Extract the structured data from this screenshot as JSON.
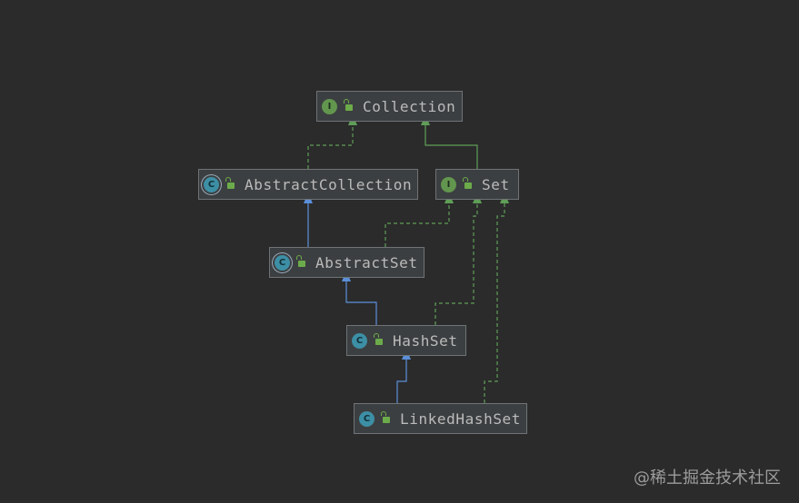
{
  "nodes": [
    {
      "id": "collection",
      "label": "Collection",
      "kind": "interface",
      "badge": "I"
    },
    {
      "id": "abstract_collection",
      "label": "AbstractCollection",
      "kind": "abstract",
      "badge": "C"
    },
    {
      "id": "set",
      "label": "Set",
      "kind": "interface",
      "badge": "I"
    },
    {
      "id": "abstract_set",
      "label": "AbstractSet",
      "kind": "abstract",
      "badge": "C"
    },
    {
      "id": "hash_set",
      "label": "HashSet",
      "kind": "class",
      "badge": "C"
    },
    {
      "id": "linked_hash_set",
      "label": "LinkedHashSet",
      "kind": "class",
      "badge": "C"
    }
  ],
  "edges": [
    {
      "from": "abstract_collection",
      "to": "collection",
      "type": "implements"
    },
    {
      "from": "set",
      "to": "collection",
      "type": "extends-interface"
    },
    {
      "from": "abstract_set",
      "to": "abstract_collection",
      "type": "extends"
    },
    {
      "from": "abstract_set",
      "to": "set",
      "type": "implements"
    },
    {
      "from": "hash_set",
      "to": "abstract_set",
      "type": "extends"
    },
    {
      "from": "hash_set",
      "to": "set",
      "type": "implements"
    },
    {
      "from": "linked_hash_set",
      "to": "hash_set",
      "type": "extends"
    },
    {
      "from": "linked_hash_set",
      "to": "set",
      "type": "implements"
    }
  ],
  "colors": {
    "background": "#2b2b2b",
    "node_fill": "#3c3f41",
    "node_border": "#6f7376",
    "text": "#bbbbbb",
    "interface_badge": "#62964e",
    "class_badge": "#3d8fa5",
    "lock": "#6cab4a",
    "extends_line": "#5b8fd9",
    "implements_line": "#5f9e57"
  },
  "icons": {
    "interface": "interface-icon",
    "class": "class-icon",
    "abstract": "abstract-class-icon",
    "visibility": "public-lock-icon"
  },
  "watermark": "@稀土掘金技术社区"
}
